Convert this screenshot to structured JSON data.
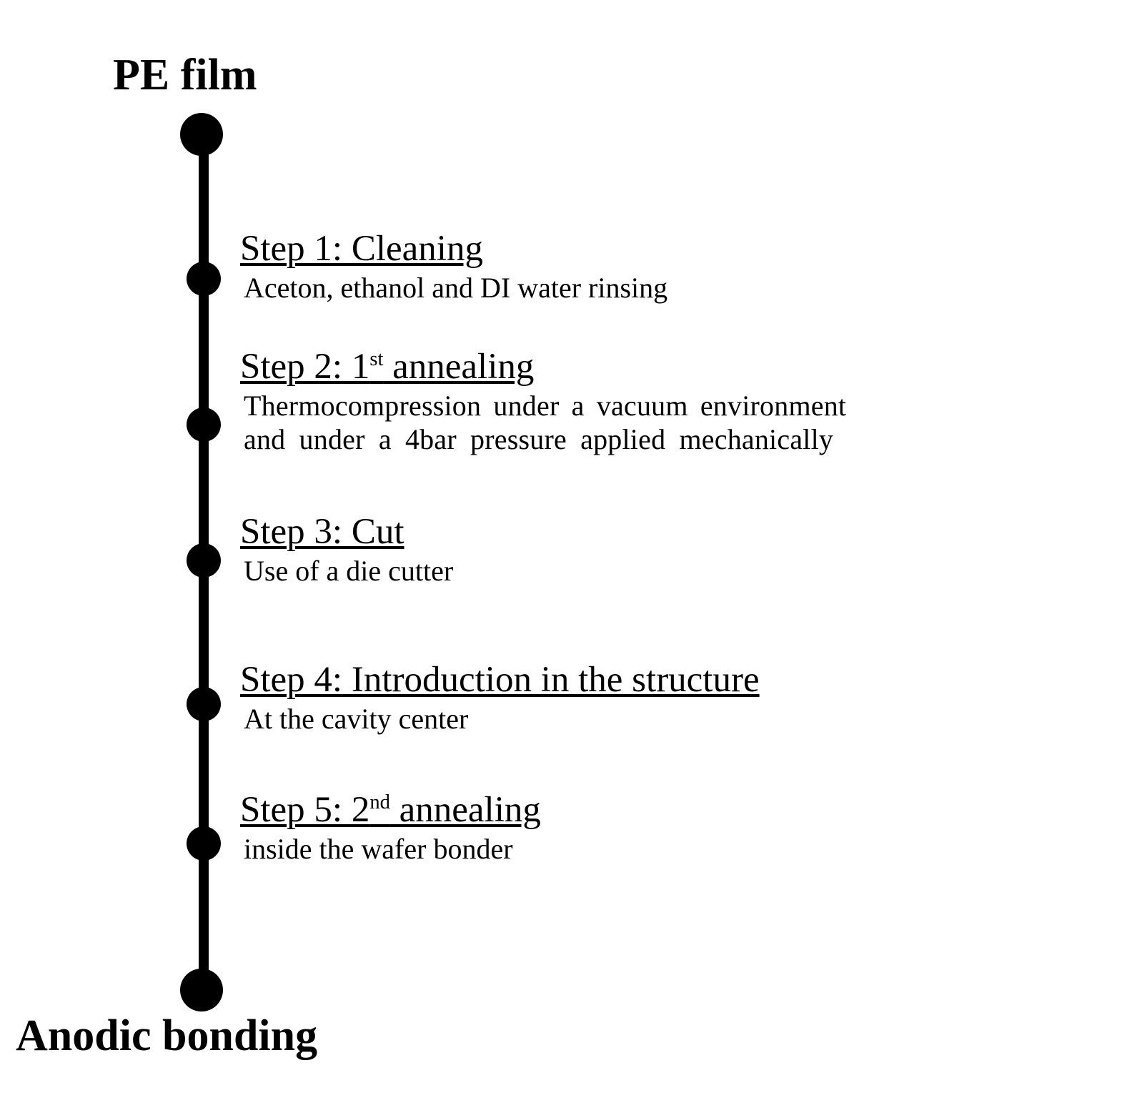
{
  "diagram": {
    "type": "vertical-process-timeline",
    "start_label": "PE film",
    "end_label": "Anodic bonding",
    "colors": {
      "background": "#ffffff",
      "line": "#000000",
      "text": "#000000"
    },
    "steps": [
      {
        "id": "step-1",
        "title": "Step 1: Cleaning",
        "title_prefix": "Step 1: Cleaning",
        "title_suffix": "",
        "superscript": "",
        "description_lines": [
          "Aceton, ethanol and DI water rinsing"
        ]
      },
      {
        "id": "step-2",
        "title": "Step 2: 1st annealing",
        "title_prefix": "Step 2: 1",
        "superscript": "st",
        "title_suffix": " annealing",
        "description_lines": [
          "Thermocompression under a vacuum environment",
          "and under a 4bar pressure applied mechanically"
        ]
      },
      {
        "id": "step-3",
        "title": "Step 3: Cut",
        "title_prefix": "Step 3: Cut",
        "superscript": "",
        "title_suffix": "",
        "description_lines": [
          "Use of a die cutter"
        ]
      },
      {
        "id": "step-4",
        "title": "Step 4: Introduction in the structure",
        "title_prefix": "Step 4: Introduction in the structure",
        "superscript": "",
        "title_suffix": "",
        "description_lines": [
          "At the cavity center"
        ]
      },
      {
        "id": "step-5",
        "title": "Step 5: 2nd annealing",
        "title_prefix": "Step 5: 2",
        "superscript": "nd",
        "title_suffix": " annealing",
        "description_lines": [
          "inside the wafer bonder"
        ]
      }
    ]
  }
}
